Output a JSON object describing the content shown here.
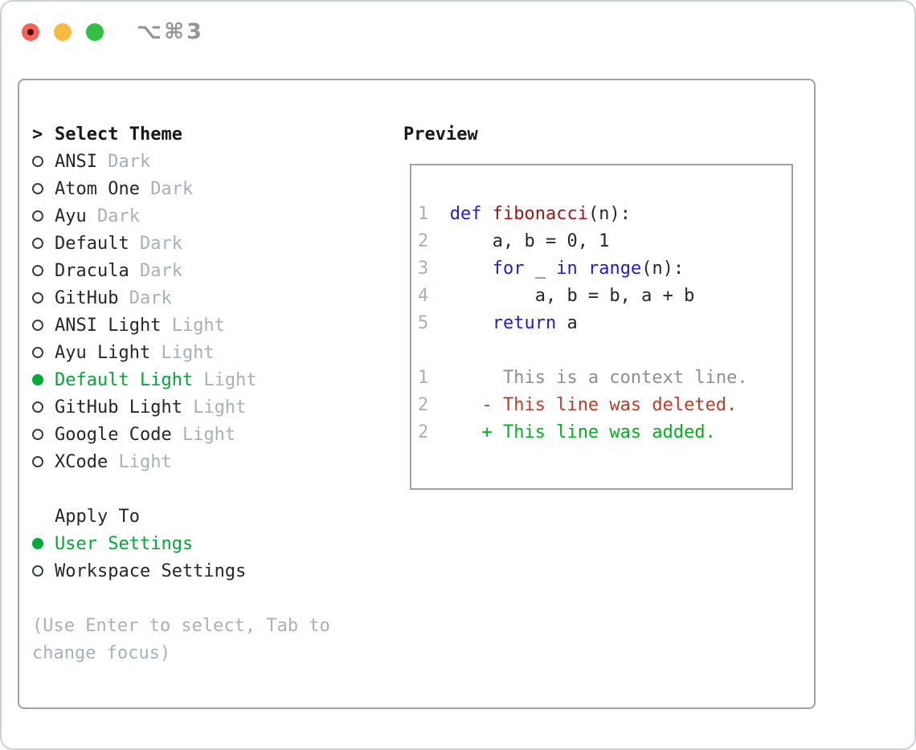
{
  "window": {
    "title": "⌥⌘3"
  },
  "palette": {
    "text": "#23272e",
    "muted": "#a8b0bc",
    "green": "#00ab35",
    "border": "#9aa2ae",
    "keyword": "#1c1ce0",
    "function": "#a31515",
    "lineno": "#a8b0bc",
    "context": "#8b9097",
    "deleted": "#c23a27",
    "added": "#00b31e",
    "title_gray": "#8f959d",
    "tl_red": "#f4635b",
    "tl_red_dot": "#470e05",
    "tl_yellow": "#f6bc41",
    "tl_green": "#33c042"
  },
  "theme_picker": {
    "header": {
      "marker": ">",
      "label": "Select Theme"
    },
    "themes": [
      {
        "name": "ANSI",
        "variant": "Dark",
        "selected": false
      },
      {
        "name": "Atom One",
        "variant": "Dark",
        "selected": false
      },
      {
        "name": "Ayu",
        "variant": "Dark",
        "selected": false
      },
      {
        "name": "Default",
        "variant": "Dark",
        "selected": false
      },
      {
        "name": "Dracula",
        "variant": "Dark",
        "selected": false
      },
      {
        "name": "GitHub",
        "variant": "Dark",
        "selected": false
      },
      {
        "name": "ANSI Light",
        "variant": "Light",
        "selected": false
      },
      {
        "name": "Ayu Light",
        "variant": "Light",
        "selected": false
      },
      {
        "name": "Default Light",
        "variant": "Light",
        "selected": true
      },
      {
        "name": "GitHub Light",
        "variant": "Light",
        "selected": false
      },
      {
        "name": "Google Code",
        "variant": "Light",
        "selected": false
      },
      {
        "name": "XCode",
        "variant": "Light",
        "selected": false
      }
    ],
    "apply_to": {
      "label": "Apply To",
      "options": [
        {
          "name": "User Settings",
          "selected": true
        },
        {
          "name": "Workspace Settings",
          "selected": false
        }
      ]
    },
    "hint_lines": [
      "(Use Enter to select, Tab to",
      "change focus)"
    ]
  },
  "preview": {
    "title": "Preview",
    "code_lines": [
      {
        "num": "1",
        "tokens": [
          [
            "kw",
            "def"
          ],
          [
            "pl",
            " "
          ],
          [
            "fn",
            "fibonacci"
          ],
          [
            "pl",
            "(n):"
          ]
        ]
      },
      {
        "num": "2",
        "tokens": [
          [
            "pl",
            "    a, b = 0, 1"
          ]
        ]
      },
      {
        "num": "3",
        "tokens": [
          [
            "pl",
            "    "
          ],
          [
            "kw",
            "for"
          ],
          [
            "pl",
            " _ "
          ],
          [
            "kw",
            "in"
          ],
          [
            "pl",
            " "
          ],
          [
            "kw",
            "range"
          ],
          [
            "pl",
            "(n):"
          ]
        ]
      },
      {
        "num": "4",
        "tokens": [
          [
            "pl",
            "        a, b = b, a + b"
          ]
        ]
      },
      {
        "num": "5",
        "tokens": [
          [
            "pl",
            "    "
          ],
          [
            "kw",
            "return"
          ],
          [
            "pl",
            " a"
          ]
        ]
      }
    ],
    "diff_lines": [
      {
        "num": "1",
        "type": "context",
        "marker": "",
        "text": "This is a context line."
      },
      {
        "num": "2",
        "type": "deleted",
        "marker": "-",
        "text": "This line was deleted."
      },
      {
        "num": "2",
        "type": "added",
        "marker": "+",
        "text": "This line was added."
      }
    ]
  }
}
